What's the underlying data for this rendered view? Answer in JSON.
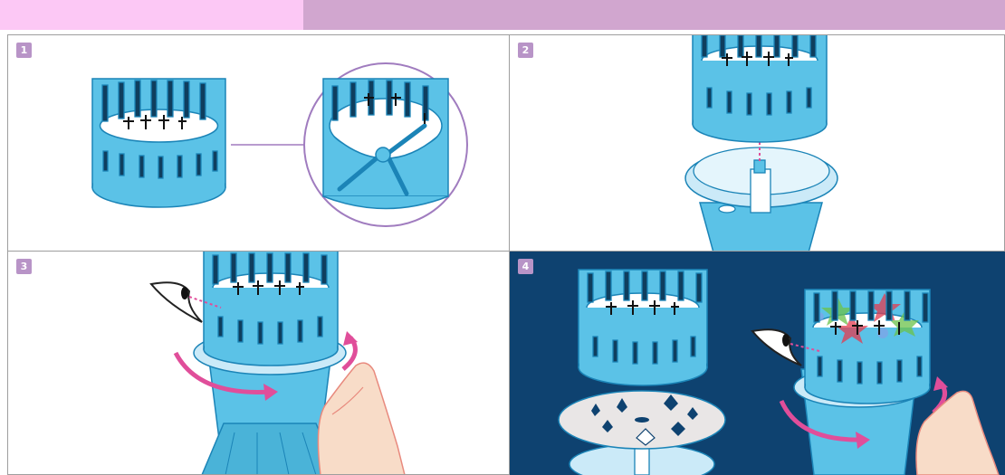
{
  "header": {
    "bar_left_color": "#fcc8f5",
    "bar_right_color": "#d1a6cf"
  },
  "colors": {
    "tube": "#5bc2e7",
    "tube_inner": "#4ab3d8",
    "outline": "#1b84b7",
    "panel4_bg": "#0e4270",
    "arrow": "#e04e9a",
    "badge": "#b894c7",
    "magnify_ring": "#a07cbf",
    "skin": "#f8dcc8"
  },
  "steps": [
    {
      "number": "1"
    },
    {
      "number": "2"
    },
    {
      "number": "3"
    },
    {
      "number": "4"
    }
  ]
}
